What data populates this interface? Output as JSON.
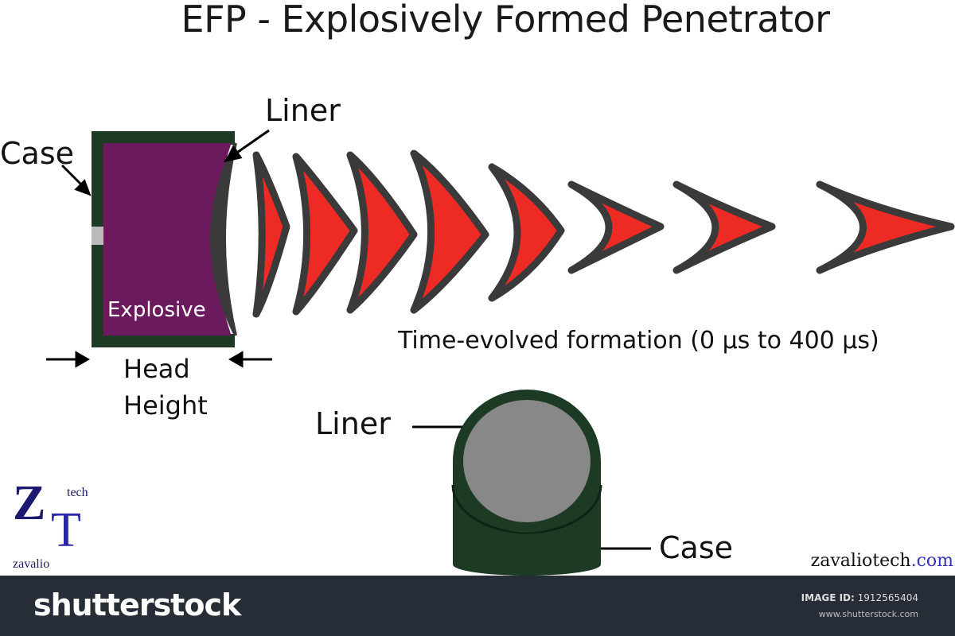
{
  "title": "EFP - Explosively Formed Penetrator",
  "labels": {
    "case_top": "Case",
    "liner_top": "Liner",
    "explosive": "Explosive",
    "head": "Head",
    "height": "Height",
    "formation": "Time-evolved formation (0 µs to 400 µs)",
    "liner_bottom": "Liner",
    "case_bottom": "Case"
  },
  "colors": {
    "case": "#1c3a24",
    "explosive": "#6c1a5e",
    "liner": "#3a3a3a",
    "penetrator": "#ee2a24",
    "liner_top_view": "#888888",
    "footer": "#272d37"
  },
  "logo": {
    "z": "Z",
    "t": "T",
    "tech": "tech",
    "zavalio": "zavalio",
    "site_a": "zavaliotech",
    "site_b": ".com"
  },
  "footer": {
    "brand": "shutterstock",
    "image_id_label": "IMAGE ID:",
    "image_id": "1912565404",
    "url": "www.shutterstock.com"
  }
}
